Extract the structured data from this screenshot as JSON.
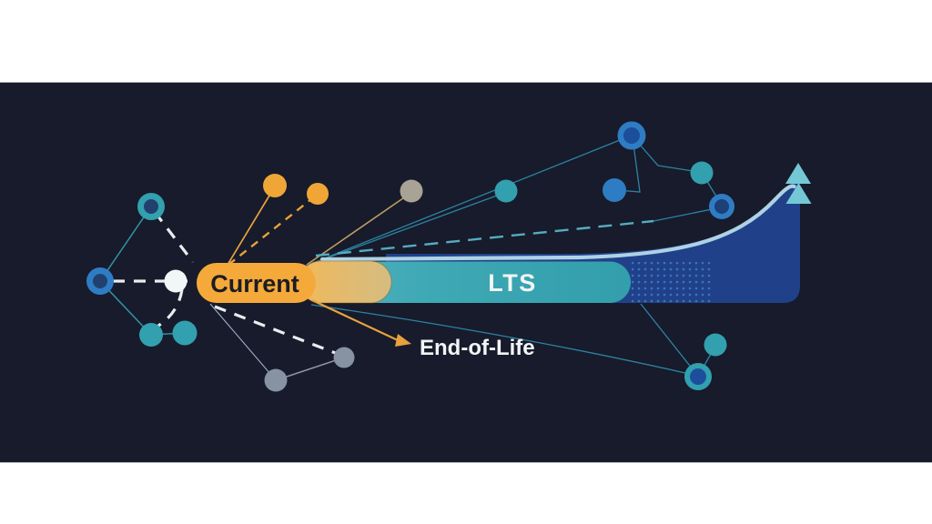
{
  "figure": {
    "type": "diagram",
    "subject": "software release lifecycle timeline",
    "labels": {
      "current": "Current",
      "lts": "LTS",
      "end_of_life": "End-of-Life"
    },
    "colors": {
      "letterbox": "#FFFFFF",
      "background": "#171B2B",
      "current_pill": "#F5A93B",
      "fade_capsule_start": "#F0B95A",
      "fade_capsule_end": "#D5BC82",
      "lts_capsule": "#3AA8B4",
      "timeline_bar": "#20418A",
      "highlight_stripe": "#AED2E4",
      "growth_arrow": "#74C8D6",
      "orange_node": "#F0A636",
      "teal_node": "#32A0AE",
      "blue_node": "#2E7CC4",
      "gray_node": "#8792A3",
      "white_node": "#F3F6F6",
      "label_dark": "#1B1D21",
      "label_light": "#F2F5F5"
    },
    "icons": {
      "growth_arrow": "double-triangle-up-icon"
    }
  }
}
